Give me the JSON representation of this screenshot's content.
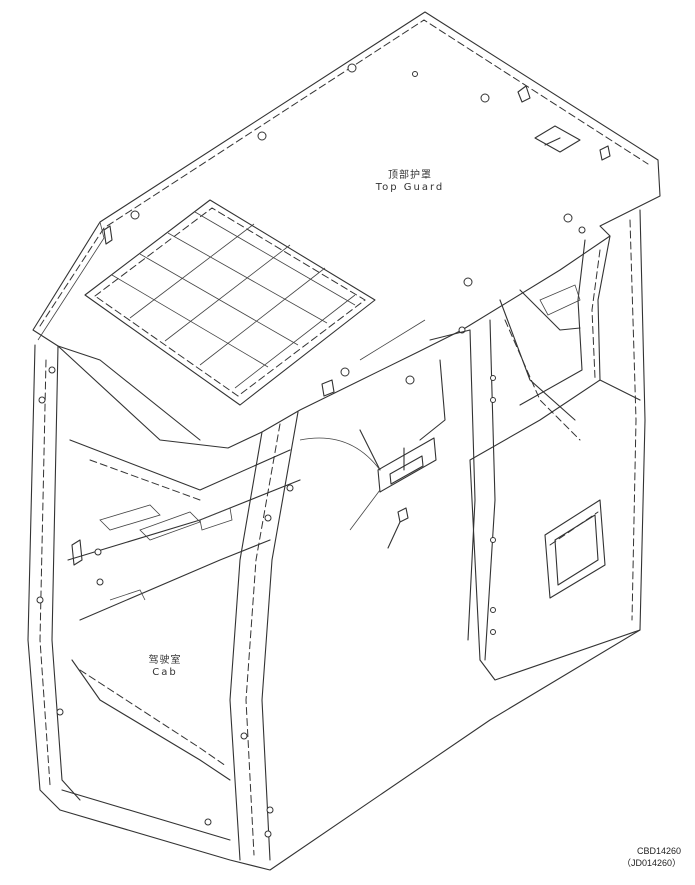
{
  "labels": {
    "top_guard_cn": "顶部护罩",
    "top_guard_en": "Top Guard",
    "cab_cn": "驾驶室",
    "cab_en": "Cab"
  },
  "figure_code": {
    "primary": "CBD14260",
    "secondary": "（JD014260）"
  },
  "colors": {
    "line": "#333333",
    "background": "#ffffff"
  }
}
